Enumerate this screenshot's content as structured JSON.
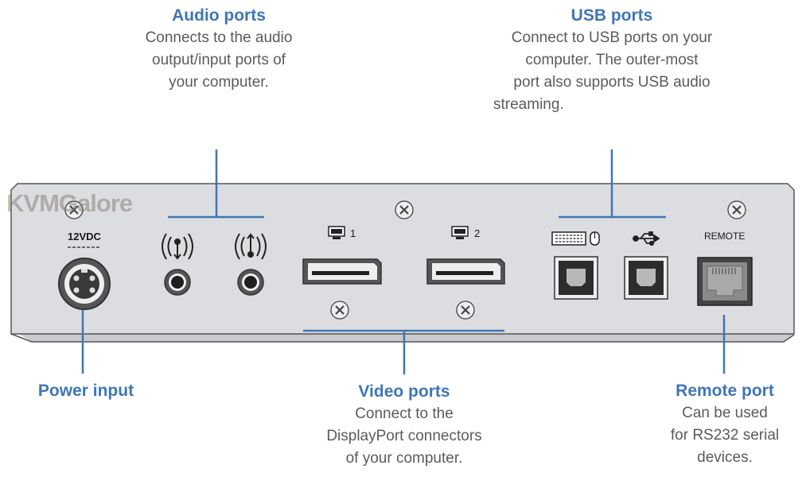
{
  "watermark": "KVMGalore",
  "callouts": {
    "audio": {
      "title": "Audio ports",
      "lines": [
        "Connects to the audio",
        "output/input ports of",
        "your computer."
      ]
    },
    "usb": {
      "title": "USB ports",
      "lines": [
        "Connect to USB ports on your",
        "computer. The outer-most",
        "port also supports USB audio",
        "streaming."
      ]
    },
    "power": {
      "title": "Power input"
    },
    "video": {
      "title": "Video ports",
      "lines": [
        "Connect to the",
        "DisplayPort connectors",
        "of your computer."
      ]
    },
    "remote": {
      "title": "Remote port",
      "lines": [
        "Can be used",
        "for RS232 serial",
        "devices."
      ]
    }
  },
  "ports": {
    "power_label": "12VDC",
    "video1_number": "1",
    "video2_number": "2",
    "remote_label": "REMOTE"
  },
  "colors": {
    "accent": "#3f76b4",
    "panel": "#dcdde0",
    "body_text": "#5b5b5b"
  }
}
